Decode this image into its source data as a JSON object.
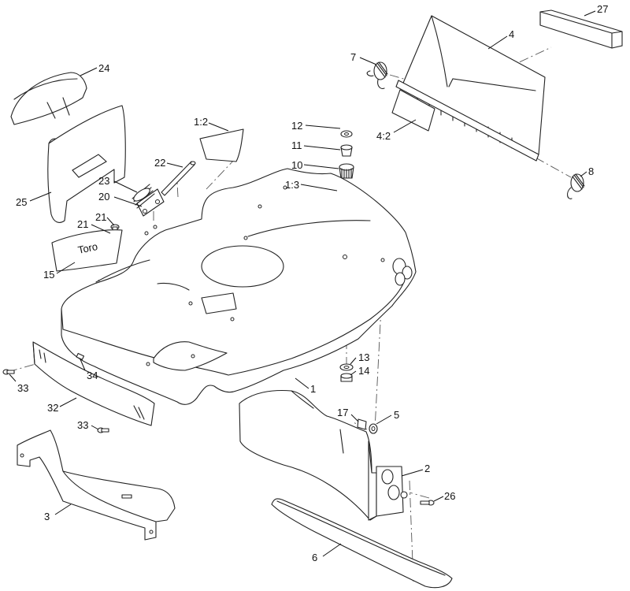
{
  "callouts": {
    "c1": "1",
    "c1_2": "1:2",
    "c1_3": "1:3",
    "c2": "2",
    "c3": "3",
    "c4": "4",
    "c4_2": "4:2",
    "c5": "5",
    "c6": "6",
    "c7": "7",
    "c8": "8",
    "c10": "10",
    "c11": "11",
    "c12": "12",
    "c13": "13",
    "c14": "14",
    "c15": "15",
    "c17": "17",
    "c20": "20",
    "c21": "21",
    "c22": "22",
    "c23": "23",
    "c24": "24",
    "c25": "25",
    "c26": "26",
    "c27": "27",
    "c32": "32",
    "c33a": "33",
    "c33b": "33",
    "c34": "34"
  },
  "decal_text": "Toro"
}
